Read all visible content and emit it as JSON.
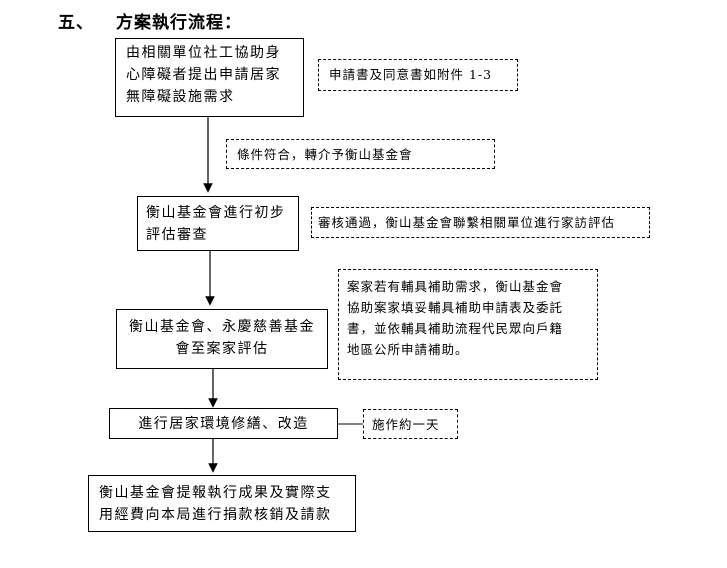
{
  "section": {
    "number": "五、",
    "title": "方案執行流程："
  },
  "steps": [
    {
      "lines": [
        "由相關單位社工協助身",
        "心障礙者提出申請居家",
        "無障礙設施需求"
      ]
    },
    {
      "lines": [
        "衡山基金會進行初步",
        "評估審查"
      ]
    },
    {
      "lines": [
        "衡山基金會、永慶慈善基金",
        "會至案家評估"
      ]
    },
    {
      "lines": [
        "進行居家環境修繕、改造"
      ]
    },
    {
      "lines": [
        "衡山基金會提報執行成果及實際支",
        "用經費向本局進行捐款核銷及請款"
      ]
    }
  ],
  "notes": [
    {
      "lines": [
        "申請書及同意書如附件 1-3"
      ]
    },
    {
      "lines": [
        "條件符合，轉介予衡山基金會"
      ]
    },
    {
      "lines": [
        "審核通過，衡山基金會聯繫相關單位進行家訪評估"
      ]
    },
    {
      "lines": [
        "案家若有輔具補助需求，衡山基金會",
        "協助案家填妥輔具補助申請表及委託",
        "書，並依輔具補助流程代民眾向戶籍",
        "地區公所申請補助。"
      ]
    },
    {
      "lines": [
        "施作約一天"
      ]
    }
  ]
}
